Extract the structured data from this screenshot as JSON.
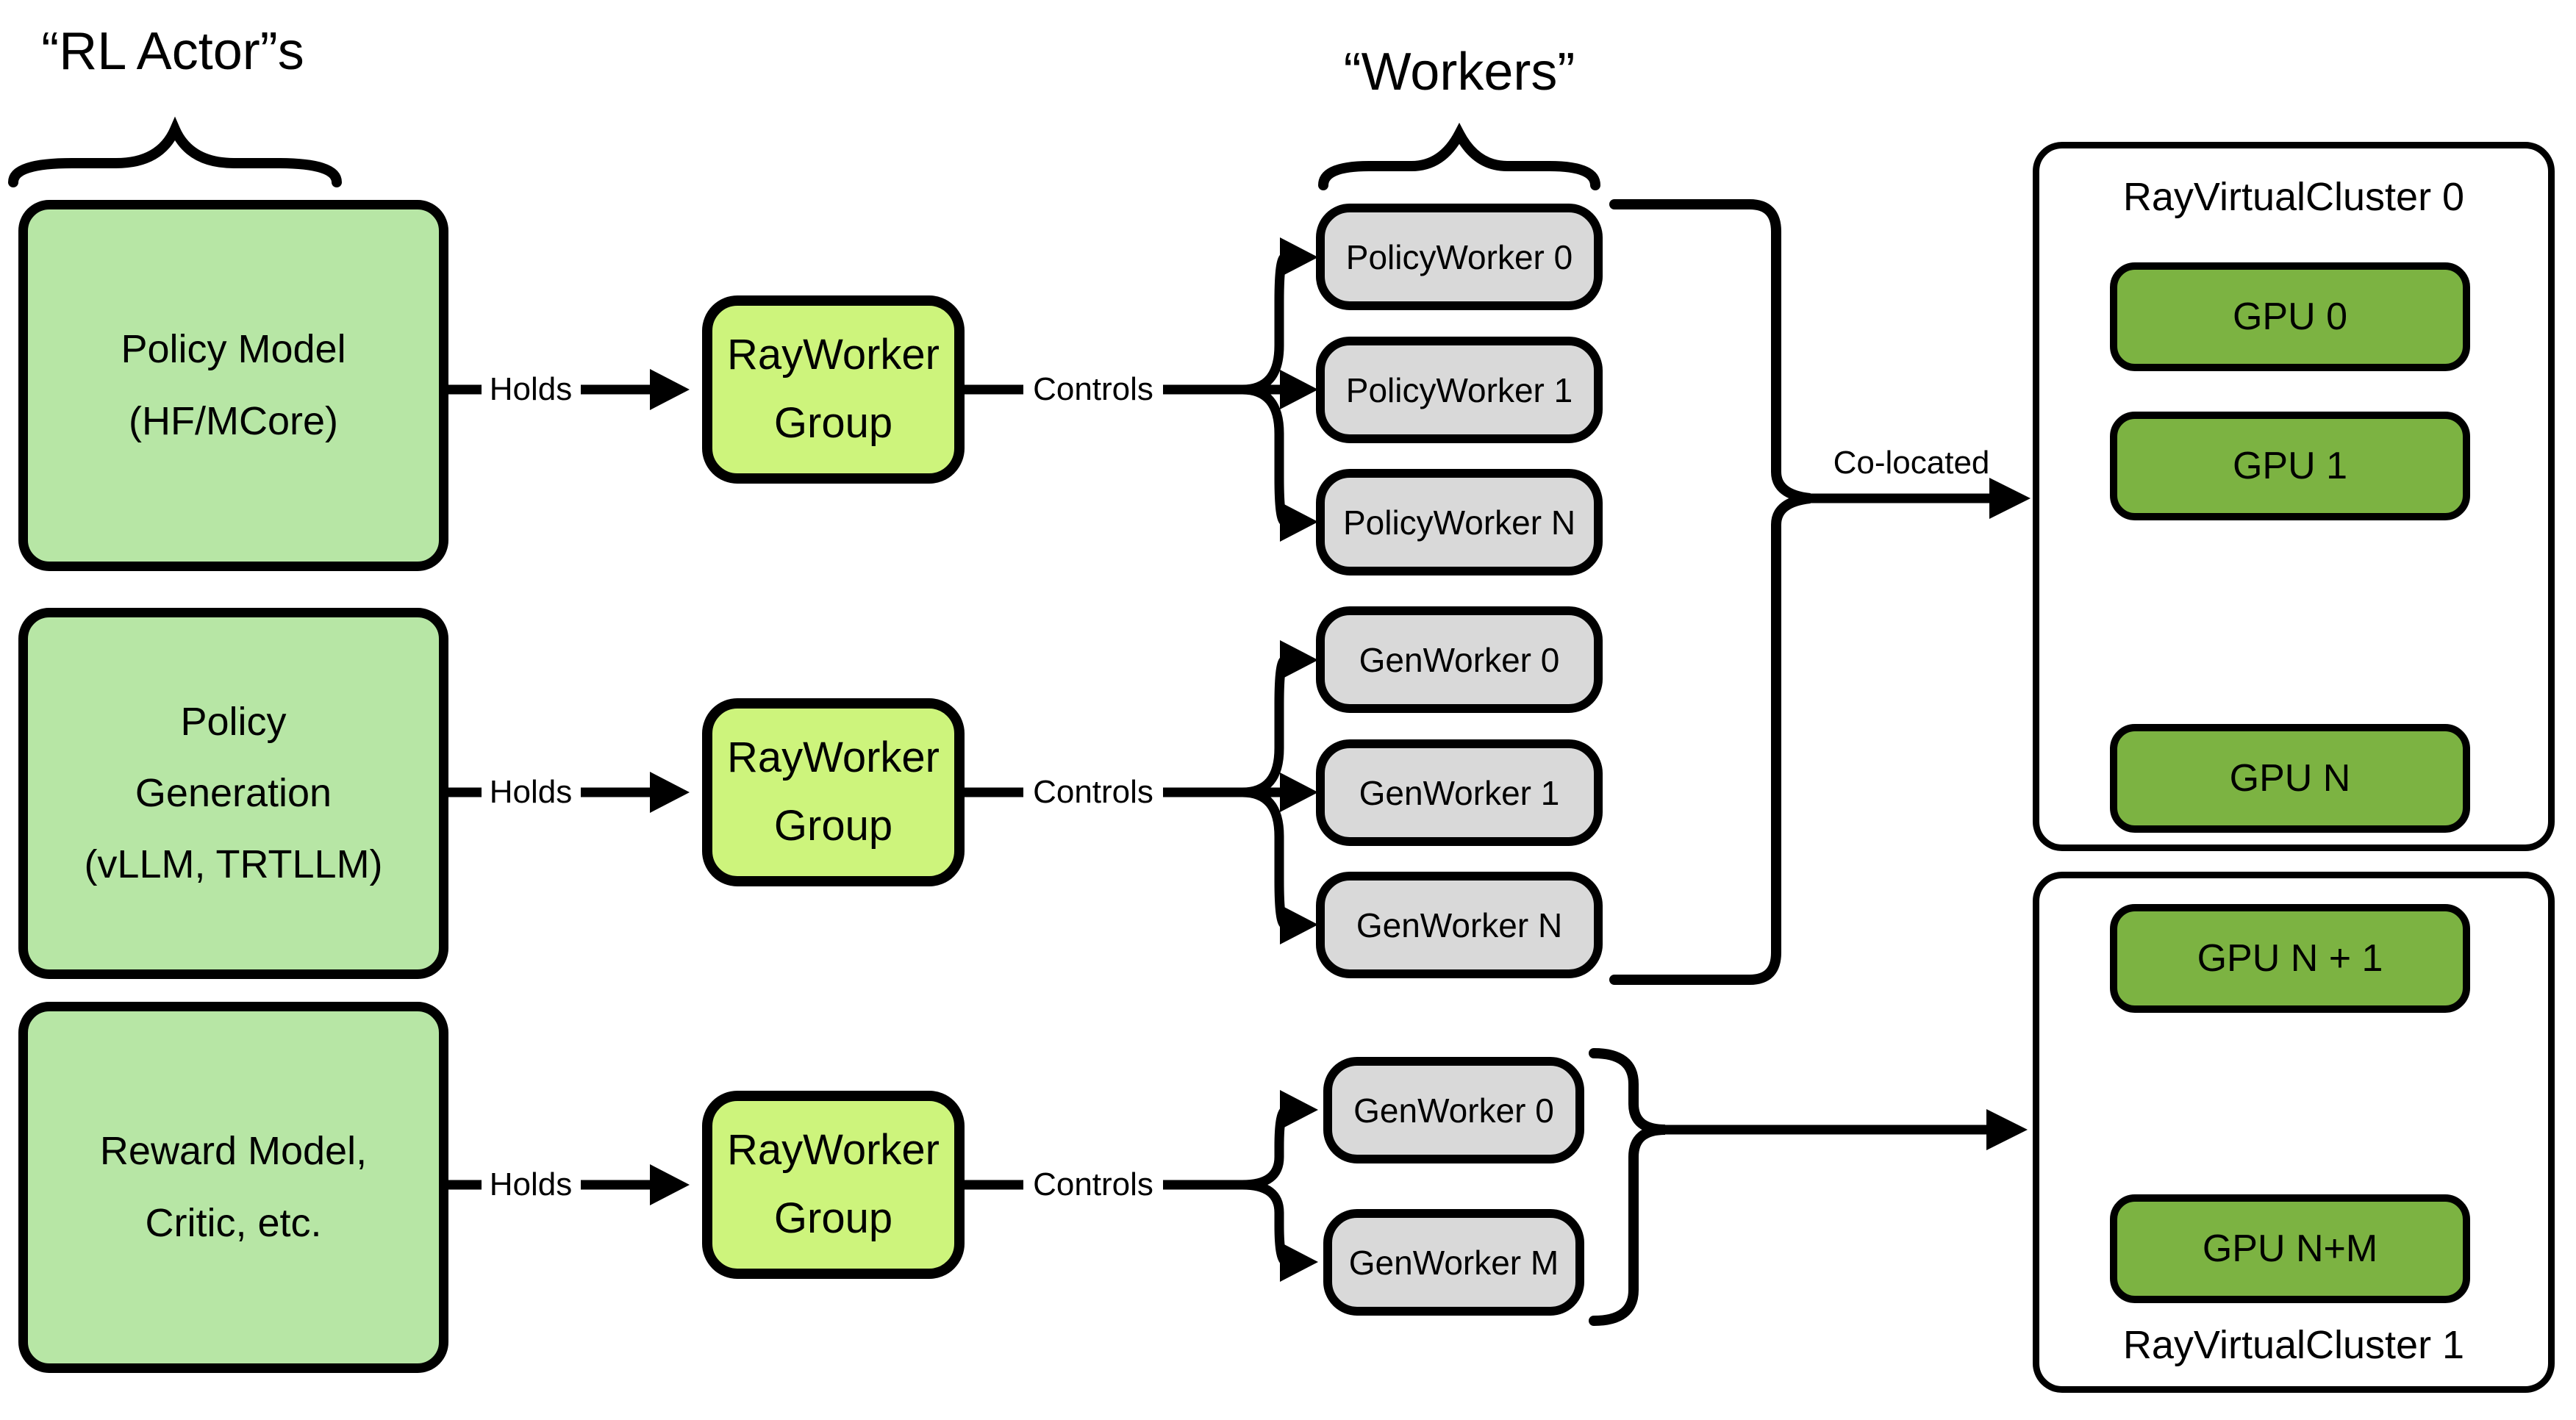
{
  "colors": {
    "actor_box_green": "#b7e6a5",
    "ray_group_green": "#cdf47c",
    "gpu_green": "#7cb342",
    "worker_gray": "#d9d9d9",
    "stroke_black": "#000000",
    "background": "#ffffff"
  },
  "titles": {
    "actors": "“RL Actor”s",
    "workers": "“Workers”"
  },
  "labels": {
    "holds": "Holds",
    "controls": "Controls",
    "colocated": "Co-located"
  },
  "actors": [
    {
      "lines": [
        "Policy Model",
        "(HF/MCore)"
      ]
    },
    {
      "lines": [
        "Policy",
        "Generation",
        "(vLLM, TRTLLM)"
      ]
    },
    {
      "lines": [
        "Reward Model,",
        "Critic, etc."
      ]
    }
  ],
  "groups": [
    {
      "lines": [
        "RayWorker",
        "Group"
      ]
    },
    {
      "lines": [
        "RayWorker",
        "Group"
      ]
    },
    {
      "lines": [
        "RayWorker",
        "Group"
      ]
    }
  ],
  "workers": {
    "policy_row": [
      "PolicyWorker 0",
      "PolicyWorker 1",
      "PolicyWorker N"
    ],
    "gen_row": [
      "GenWorker 0",
      "GenWorker 1",
      "GenWorker N"
    ],
    "gen_row2": [
      "GenWorker 0",
      "GenWorker M"
    ]
  },
  "clusters": [
    {
      "title": "RayVirtualCluster 0",
      "title_position": "top",
      "gpus": [
        "GPU 0",
        "GPU 1",
        "GPU N"
      ]
    },
    {
      "title": "RayVirtualCluster 1",
      "title_position": "bottom",
      "gpus": [
        "GPU N + 1",
        "GPU N+M"
      ]
    }
  ]
}
